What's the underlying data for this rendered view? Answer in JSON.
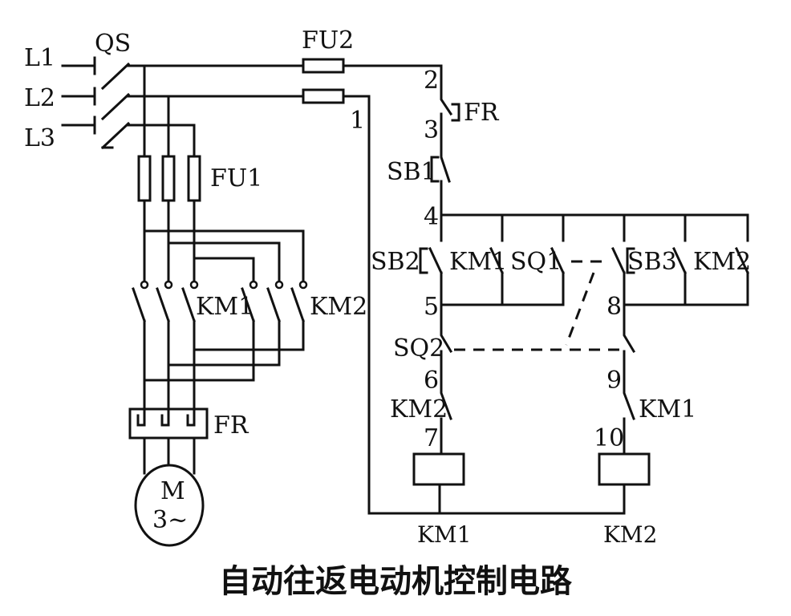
{
  "title": "自动往返电动机控制电路",
  "main_circuit": {
    "lines": [
      "L1",
      "L2",
      "L3"
    ],
    "switch": "QS",
    "fuse": "FU1",
    "contactor_1": "KM1",
    "contactor_2": "KM2",
    "overload": "FR",
    "motor": "M",
    "motor_spec": "3~"
  },
  "control_circuit": {
    "fuse": "FU2",
    "overload_contact": "FR",
    "stop_button": "SB1",
    "forward_button": "SB2",
    "reverse_button": "SB3",
    "limit_switch_1": "SQ1",
    "limit_switch_2": "SQ2",
    "hold_contact_1": "KM1",
    "hold_contact_2": "KM2",
    "interlock_1": "KM2",
    "interlock_2": "KM1",
    "coil_1": "KM1",
    "coil_2": "KM2",
    "nodes": [
      "1",
      "2",
      "3",
      "4",
      "5",
      "6",
      "7",
      "8",
      "9",
      "10"
    ]
  }
}
